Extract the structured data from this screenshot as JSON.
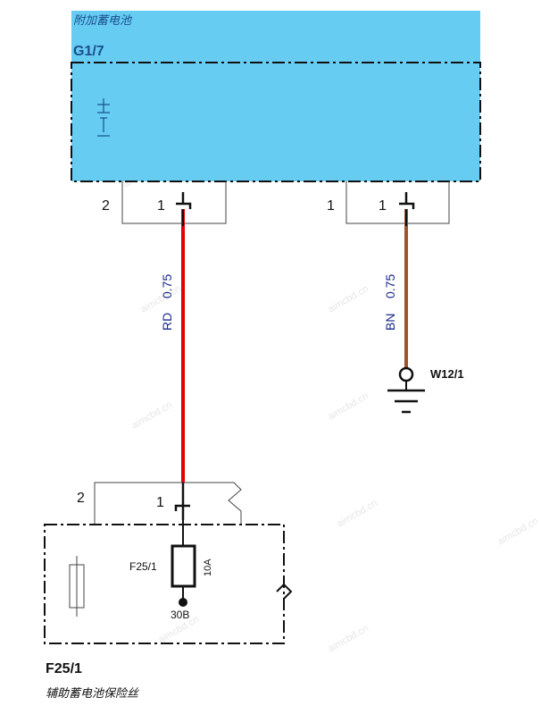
{
  "colors": {
    "battery_fill": "#66ccf2",
    "dashdot": "#111111",
    "wire_rd": "#e00000",
    "wire_bn": "#a0522d",
    "wire_label": "#1a2a8c",
    "title_blue": "#1a4f8c",
    "watermark": "#e6e6e6"
  },
  "battery": {
    "name_cn": "附加蓄电池",
    "code": "G1/7",
    "left_connector": {
      "housing_pin": "2",
      "pin": "1"
    },
    "right_connector": {
      "housing_pin": "1",
      "pin": "1"
    }
  },
  "wires": {
    "left": {
      "color_code": "RD",
      "gauge": "0.75"
    },
    "right": {
      "color_code": "BN",
      "gauge": "0.75"
    }
  },
  "ground": {
    "label": "W12/1"
  },
  "fuse_box": {
    "connector": {
      "housing_pin": "2",
      "pin": "1"
    },
    "fuse_label": "F25/1",
    "fuse_rating": "10A",
    "terminal": "30B",
    "code": "F25/1",
    "name_cn": "辅助蓄电池保险丝"
  },
  "watermark": "aimcbd.cn"
}
